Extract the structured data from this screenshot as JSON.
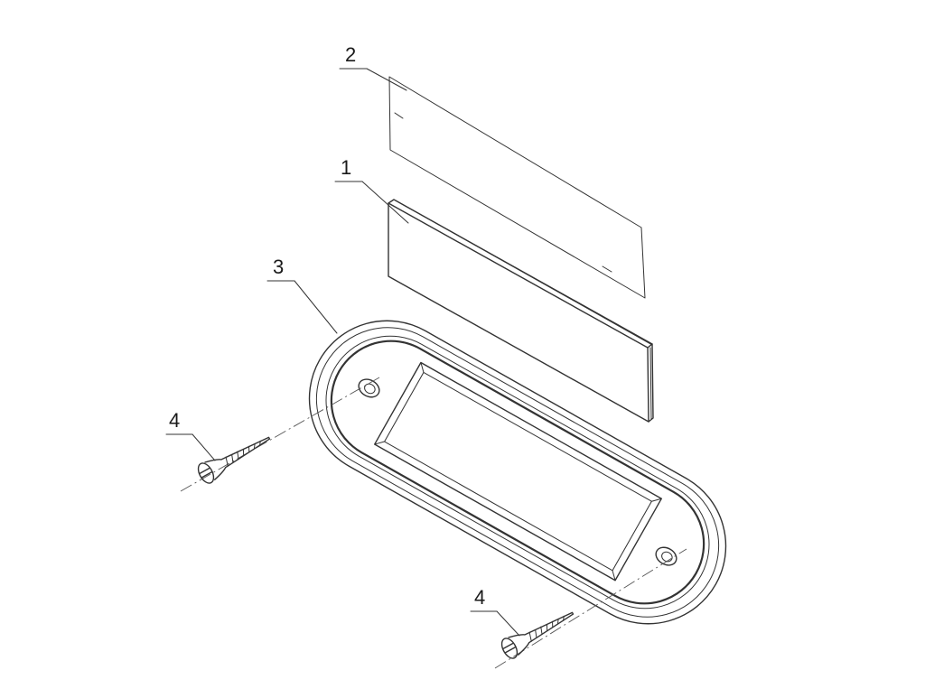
{
  "diagram": {
    "callouts": {
      "part_2": "2",
      "part_1": "1",
      "part_3": "3",
      "part_4_left": "4",
      "part_4_right": "4"
    },
    "ink_color": "#333333"
  }
}
